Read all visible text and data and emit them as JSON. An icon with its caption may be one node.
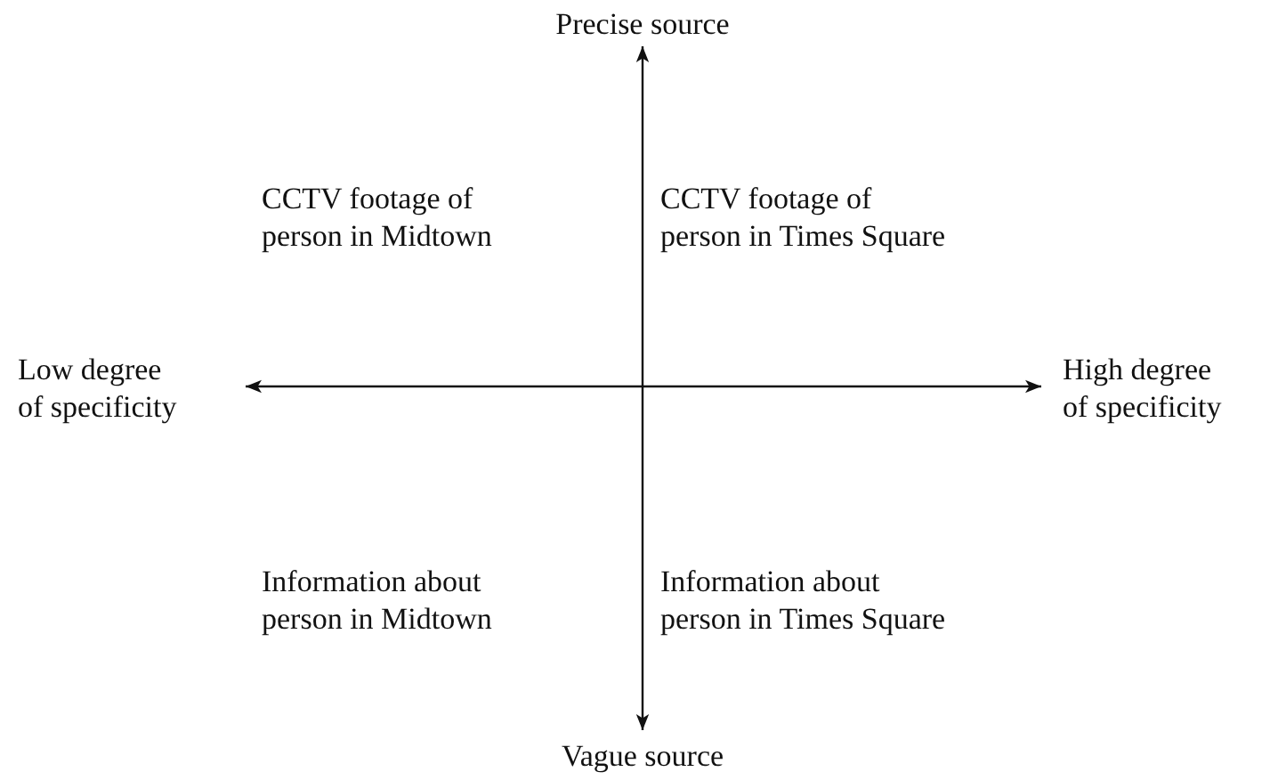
{
  "diagram": {
    "labels": [
      "Precise source",
      "CCTV footage of person in Midtown",
      "CCTV footage of person in Times Square",
      "Low degree of specificity",
      "High degree of specificity",
      "Information about person in Midtown",
      "Information about person in Times Square",
      "Vague source"
    ]
  }
}
